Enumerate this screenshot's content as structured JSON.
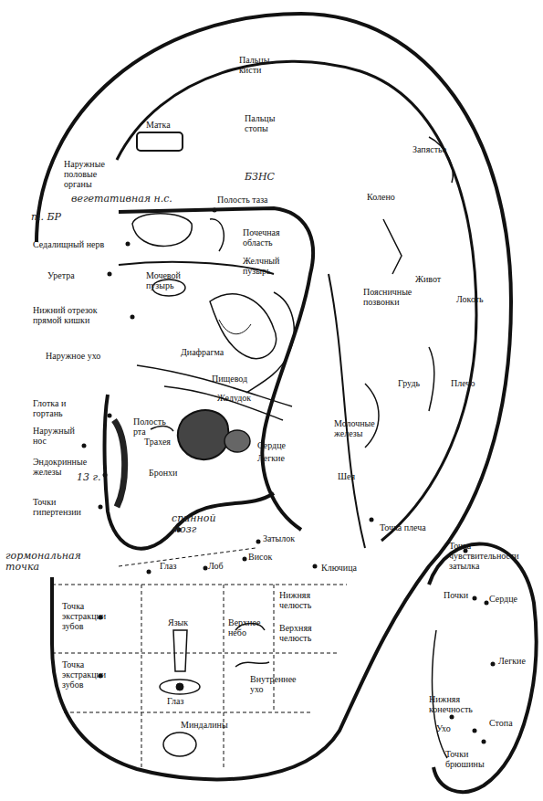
{
  "diagram": {
    "labels": [
      "Пальцы кисти",
      "Пальцы стопы",
      "Матка",
      "Запястье",
      "Наружные половые органы",
      "т. БР",
      "вегетативная н.с.",
      "Полость таза",
      "БЗНС",
      "Колено",
      "Седалищный нерв",
      "Почечная область",
      "Желчный пузырь",
      "Мочевой пузырь",
      "Уретра",
      "Живот",
      "Поясничные позвонки",
      "Локоть",
      "Нижний отрезок прямой кишки",
      "Наружное ухо",
      "Диафрагма",
      "Пищевод",
      "Желудок",
      "Грудь",
      "Плечо",
      "Глотка и гортань",
      "Полость рта",
      "Трахея",
      "Сердце",
      "Легкие",
      "Молочные железы",
      "Наружный нос",
      "Бронхи",
      "Эндокринные железы",
      "13 г.",
      "Шея",
      "Точки гипертензии",
      "спинной мозг",
      "Точка плеча",
      "Затылок",
      "гормональная точка",
      "Висок",
      "Глаз",
      "Лоб",
      "Ключица",
      "Точка экстракции зубов",
      "Язык",
      "Верхнее небо",
      "Нижняя челюсть",
      "Верхняя челюсть",
      "Точка экстракции зубов",
      "Глаз",
      "Внутреннее ухо",
      "Миндалины",
      "Точка чувствительности затылка",
      "Почки",
      "Сердце",
      "Легкие",
      "Нижняя конечность",
      "Ухо",
      "Стопа",
      "Точки брюшины"
    ]
  }
}
